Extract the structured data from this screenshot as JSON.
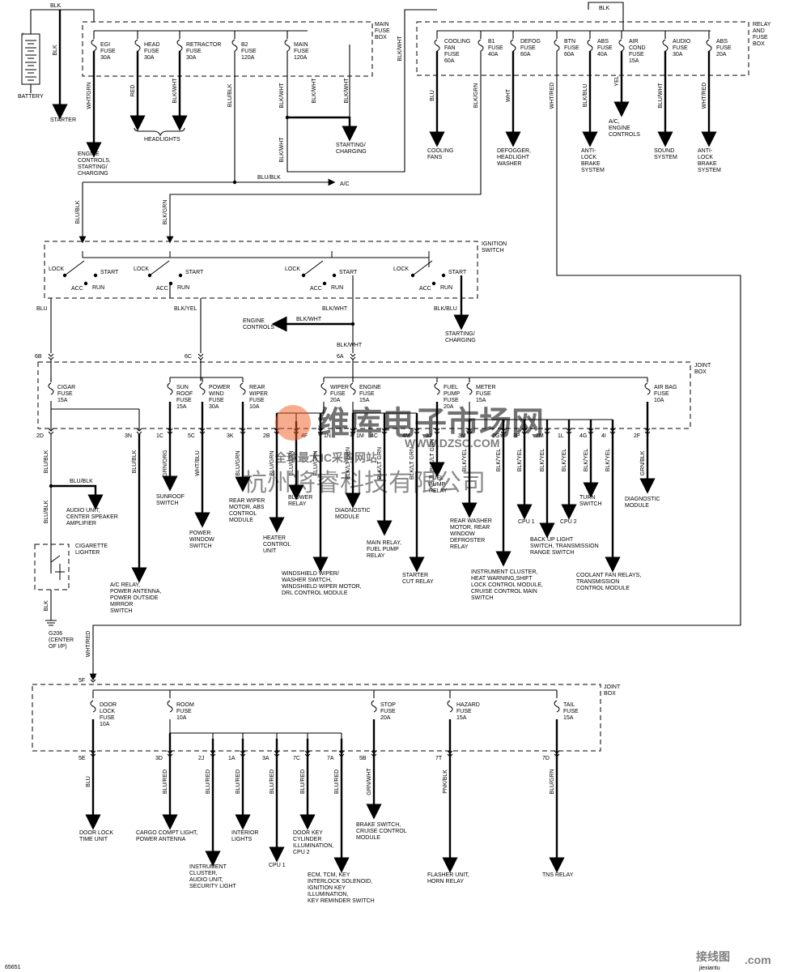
{
  "battery": {
    "label": "BATTERY",
    "wire": "BLK",
    "starter": "STARTER"
  },
  "main_fuse_box": {
    "title": "MAIN\nFUSE\nBOX",
    "fuses": [
      {
        "name": "EGI\nFUSE\n30A",
        "wire": "WHT/GRN",
        "dest": "ENGINE\nCONTROLS,\nSTARTING/\nCHARGING"
      },
      {
        "name": "HEAD\nFUSE\n30A",
        "wire": "RED",
        "dest": ""
      },
      {
        "name": "RETRACTOR\nFUSE\n30A",
        "wire": "BLK/WHT",
        "dest": ""
      },
      {
        "name": "B2\nFUSE\n120A",
        "wire": "BLU/BLK",
        "dest": ""
      },
      {
        "name": "MAIN\nFUSE\n120A",
        "wire": "BLK/WHT",
        "dest": ""
      }
    ],
    "headlights": "HEADLIGHTS",
    "starting_charging": "STARTING/\nCHARGING",
    "extra_wires": {
      "blk_wht_a": "BLK/WHT",
      "blk_wht_b": "BLK/WHT"
    },
    "ac_wire": "BLU/BLK",
    "ac": "A/C"
  },
  "relay_fuse_box": {
    "title": "RELAY\nAND\nFUSE\nBOX",
    "top_wire": "BLK",
    "feed_wire": "BLK/WHT",
    "fuses": [
      {
        "name": "COOLING\nFAN\nFUSE\n60A",
        "wire": "BLU",
        "dest": "COOLING\nFANS"
      },
      {
        "name": "B1\nFUSE\n40A",
        "wire": "BLK/GRN",
        "dest": ""
      },
      {
        "name": "DEFOG\nFUSE\n60A",
        "wire": "WHT",
        "dest": "DEFOGGER,\nHEADLIGHT\nWASHER"
      },
      {
        "name": "BTN\nFUSE\n60A",
        "wire": "WHT/RED",
        "dest": ""
      },
      {
        "name": "ABS\nFUSE\n40A",
        "wire": "BLK/BLU",
        "dest": "ANTI-\nLOCK\nBRAKE\nSYSTEM"
      },
      {
        "name": "AIR\nCOND\nFUSE\n15A",
        "wire": "YEL",
        "dest": "A/C,\nENGINE\nCONTROLS"
      },
      {
        "name": "AUDIO\nFUSE\n30A",
        "wire": "BLU/WHT",
        "dest": "SOUND\nSYSTEM"
      },
      {
        "name": "ABS\nFUSE\n20A",
        "wire": "WHT/RED",
        "dest": "ANTI-\nLOCK\nBRAKE\nSYSTEM"
      }
    ]
  },
  "ignition": {
    "title": "IGNITION\nSWITCH",
    "in_wires": [
      "BLU/BLK",
      "BLK/GRN"
    ],
    "positions": {
      "lock": "LOCK",
      "acc": "ACC",
      "run": "RUN",
      "start": "START"
    },
    "out_wires": [
      "BLU",
      "BLK/YEL",
      "BLK/WHT",
      "BLK/BLU"
    ],
    "engine_controls": "ENGINE\nCONTROLS",
    "engine_controls_wire": "BLK/WHT",
    "starting_charging": "STARTING/\nCHARGING",
    "joint_wire": "BLK/WHT"
  },
  "joint_box_1": {
    "title": "JOINT\nBOX",
    "in_pins": [
      "6B",
      "6C",
      "6A"
    ],
    "fuses": [
      {
        "name": "CIGAR\nFUSE\n15A"
      },
      {
        "name": "SUN\nROOF\nFUSE\n15A"
      },
      {
        "name": "POWER\nWIND\nFUSE\n30A"
      },
      {
        "name": "REAR\nWIPER\nFUSE\n10A"
      },
      {
        "name": "WIPER\nFUSE\n20A"
      },
      {
        "name": "ENGINE\nFUSE\n15A"
      },
      {
        "name": "FUEL\nPUMP\nFUSE\n20A"
      },
      {
        "name": "METER\nFUSE\n15A"
      },
      {
        "name": "AIR BAG\nFUSE\n10A"
      }
    ],
    "outputs": [
      {
        "pin": "2D",
        "wire": "BLU/BLK",
        "dest": ""
      },
      {
        "pin": "3N",
        "wire": "BLU/BLK",
        "dest": "A/C RELAY,\nPOWER ANTENNA,\nPOWER OUTSIDE\nMIRROR\nSWITCH"
      },
      {
        "pin": "1C",
        "wire": "GRN/ORG",
        "dest": "SUNROOF\nSWITCH"
      },
      {
        "pin": "5C",
        "wire": "WHT/BLU",
        "dest": "POWER\nWINDOW\nSWITCH"
      },
      {
        "pin": "3K",
        "wire": "BLU/GRN",
        "dest": "REAR WIPER\nMOTOR, ABS\nCONTROL\nMODULE"
      },
      {
        "pin": "2B",
        "wire": "BLU/GRN",
        "dest": "HEATER\nCONTROL\nUNIT"
      },
      {
        "pin": "4F",
        "wire": "BLU/GRN",
        "dest": "BLOWER\nRELAY"
      },
      {
        "pin": "1N",
        "wire": "BLU/GRN",
        "dest": "WINDSHIELD WIPER/\nWASHER SWITCH,\nWINDSHIELD WIPER MOTOR,\nDRL CONTROL MODULE"
      },
      {
        "pin": "1M",
        "wire": "BLK/LT GRN",
        "dest": "DIAGNOSTIC\nMODULE"
      },
      {
        "pin": "4C",
        "wire": "BLK/LT GRN",
        "dest": "MAIN RELAY,\nFUEL PUMP\nRELAY"
      },
      {
        "pin": "4M",
        "wire": "BLK/LT GRN",
        "dest": "STARTER\nCUT RELAY"
      },
      {
        "pin": "3J",
        "wire": "BLK/LT GRN",
        "dest": "FUEL\nPUMP\nRELAY"
      },
      {
        "pin": "3M",
        "wire": "BLK/YEL",
        "dest": "REAR WASHER\nMOTOR, REAR\nWINDOW\nDEFROSTER\nRELAY"
      },
      {
        "pin": "2G",
        "wire": "BLK/YEL",
        "dest": "INSTRUMENT CLUSTER,\nHEAT WARNING,SHIFT\nLOCK CONTROL MODULE,\nCRUISE CONTROL MAIN\nSWITCH"
      },
      {
        "pin": "3P",
        "wire": "BLK/YEL",
        "dest": "CPU 1"
      },
      {
        "pin": "7M",
        "wire": "BLK/YEL",
        "dest": "BACK UP LIGHT\nSWITCH, TRANSMISSION\nRANGE SWITCH"
      },
      {
        "pin": "1L",
        "wire": "BLK/YEL",
        "dest": "CPU 2"
      },
      {
        "pin": "4G",
        "wire": "BLK/YEL",
        "dest": "TURN\nSWITCH"
      },
      {
        "pin": "4I",
        "wire": "BLK/YEL",
        "dest": "COOLANT FAN RELAYS,\nTRANSMISSION\nCONTROL MODULE"
      },
      {
        "pin": "2F",
        "wire": "GRN/BLK",
        "dest": "DIAGNOSTIC\nMODULE"
      }
    ],
    "audio_wire": "BLU/BLK",
    "audio_dest": "AUDIO UNIT,\nCENTER SPEAKER\nAMPLIFIER",
    "lighter_wire": "BLU/BLK",
    "lighter": "CIGARETTE\nLIGHTER",
    "ground_wire": "BLK",
    "ground": "G206\n(CENTER\nOF I/P)"
  },
  "joint_box_2": {
    "title": "JOINT\nBOX",
    "in_pin": "5F",
    "in_wire": "WHT/RED",
    "fuses": [
      {
        "name": "DOOR\nLOCK\nFUSE\n10A"
      },
      {
        "name": "ROOM\nFUSE\n10A"
      },
      {
        "name": "STOP\nFUSE\n20A"
      },
      {
        "name": "HAZARD\nFUSE\n15A"
      },
      {
        "name": "TAIL\nFUSE\n15A"
      }
    ],
    "outputs": [
      {
        "pin": "5E",
        "wire": "BLU",
        "dest": "DOOR LOCK\nTIME UNIT"
      },
      {
        "pin": "3D",
        "wire": "BLU/RED",
        "dest": "CARGO COMPT LIGHT,\nPOWER ANTENNA"
      },
      {
        "pin": "2J",
        "wire": "BLU/RED",
        "dest": "INSTRUMENT\nCLUSTER,\nAUDIO UNIT,\nSECURITY LIGHT"
      },
      {
        "pin": "1A",
        "wire": "BLU/RED",
        "dest": "INTERIOR\nLIGHTS"
      },
      {
        "pin": "3A",
        "wire": "BLU/RED",
        "dest": "CPU 1"
      },
      {
        "pin": "7C",
        "wire": "BLU/RED",
        "dest": "DOOR KEY\nCYLINDER\nILLUMINATION,\nCPU 2"
      },
      {
        "pin": "7A",
        "wire": "BLU/RED",
        "dest": "ECM, TCM, KEY\nINTERLOCK SOLENOID,\nIGNITION KEY\nILLUMINATION,\nKEY REMINDER SWITCH"
      },
      {
        "pin": "5B",
        "wire": "GRN/WHT",
        "dest": "BRAKE SWITCH,\nCRUISE CONTROL\nMODULE"
      },
      {
        "pin": "7T",
        "wire": "PNK/BLK",
        "dest": "FLASHER UNIT,\nHORN RELAY"
      },
      {
        "pin": "7D",
        "wire": "BLU/GRN",
        "dest": "TNS RELAY"
      }
    ]
  },
  "figure_id": "65651",
  "watermark": {
    "brand_cn": "维库电子市场网",
    "url": "WWW.DZSC.COM",
    "slogan_cn": "全球最大IC采购网站",
    "company_cn": "杭州将睿科技有限公司",
    "corner_cn": "接线图",
    "corner_url": "jiexiantu",
    "corner_com": ".com",
    "color": "#f05a22"
  }
}
